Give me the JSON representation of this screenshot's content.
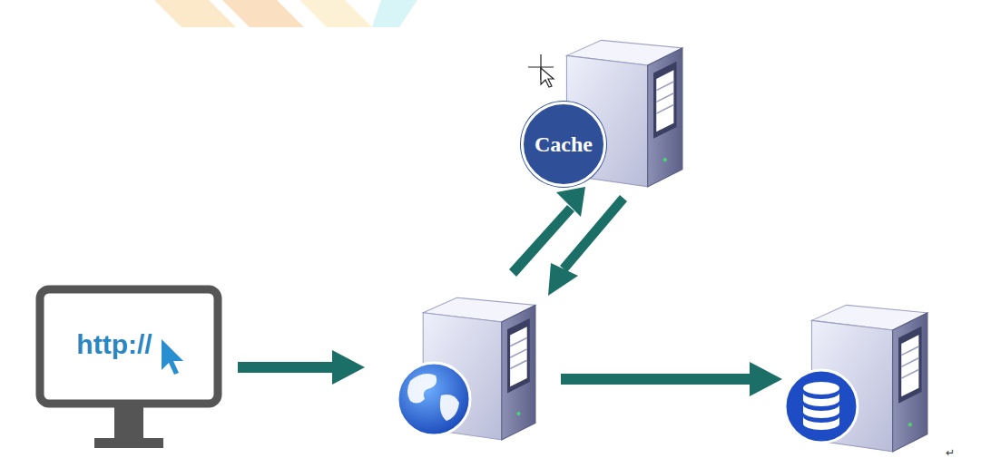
{
  "diagram": {
    "nodes": [
      {
        "text": [
          "http://"
        ]
      },
      {
        "text": [
          "Cache"
        ]
      }
    ],
    "labels": [
      "↵"
    ]
  }
}
